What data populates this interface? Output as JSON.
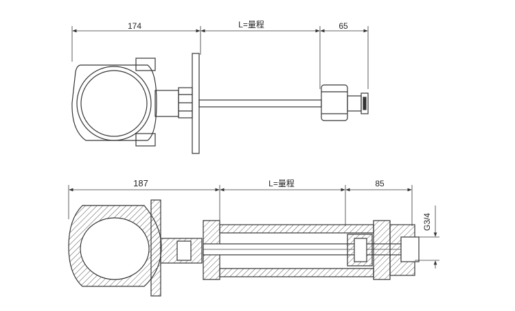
{
  "top_view": {
    "dim_left": "174",
    "dim_middle": "L=量程",
    "dim_right": "65"
  },
  "bottom_view": {
    "dim_left": "187",
    "dim_middle": "L=量程",
    "dim_right": "85",
    "thread_label": "G3/4"
  },
  "colors": {
    "line": "#333333",
    "hatch": "#555555",
    "background": "#ffffff"
  }
}
